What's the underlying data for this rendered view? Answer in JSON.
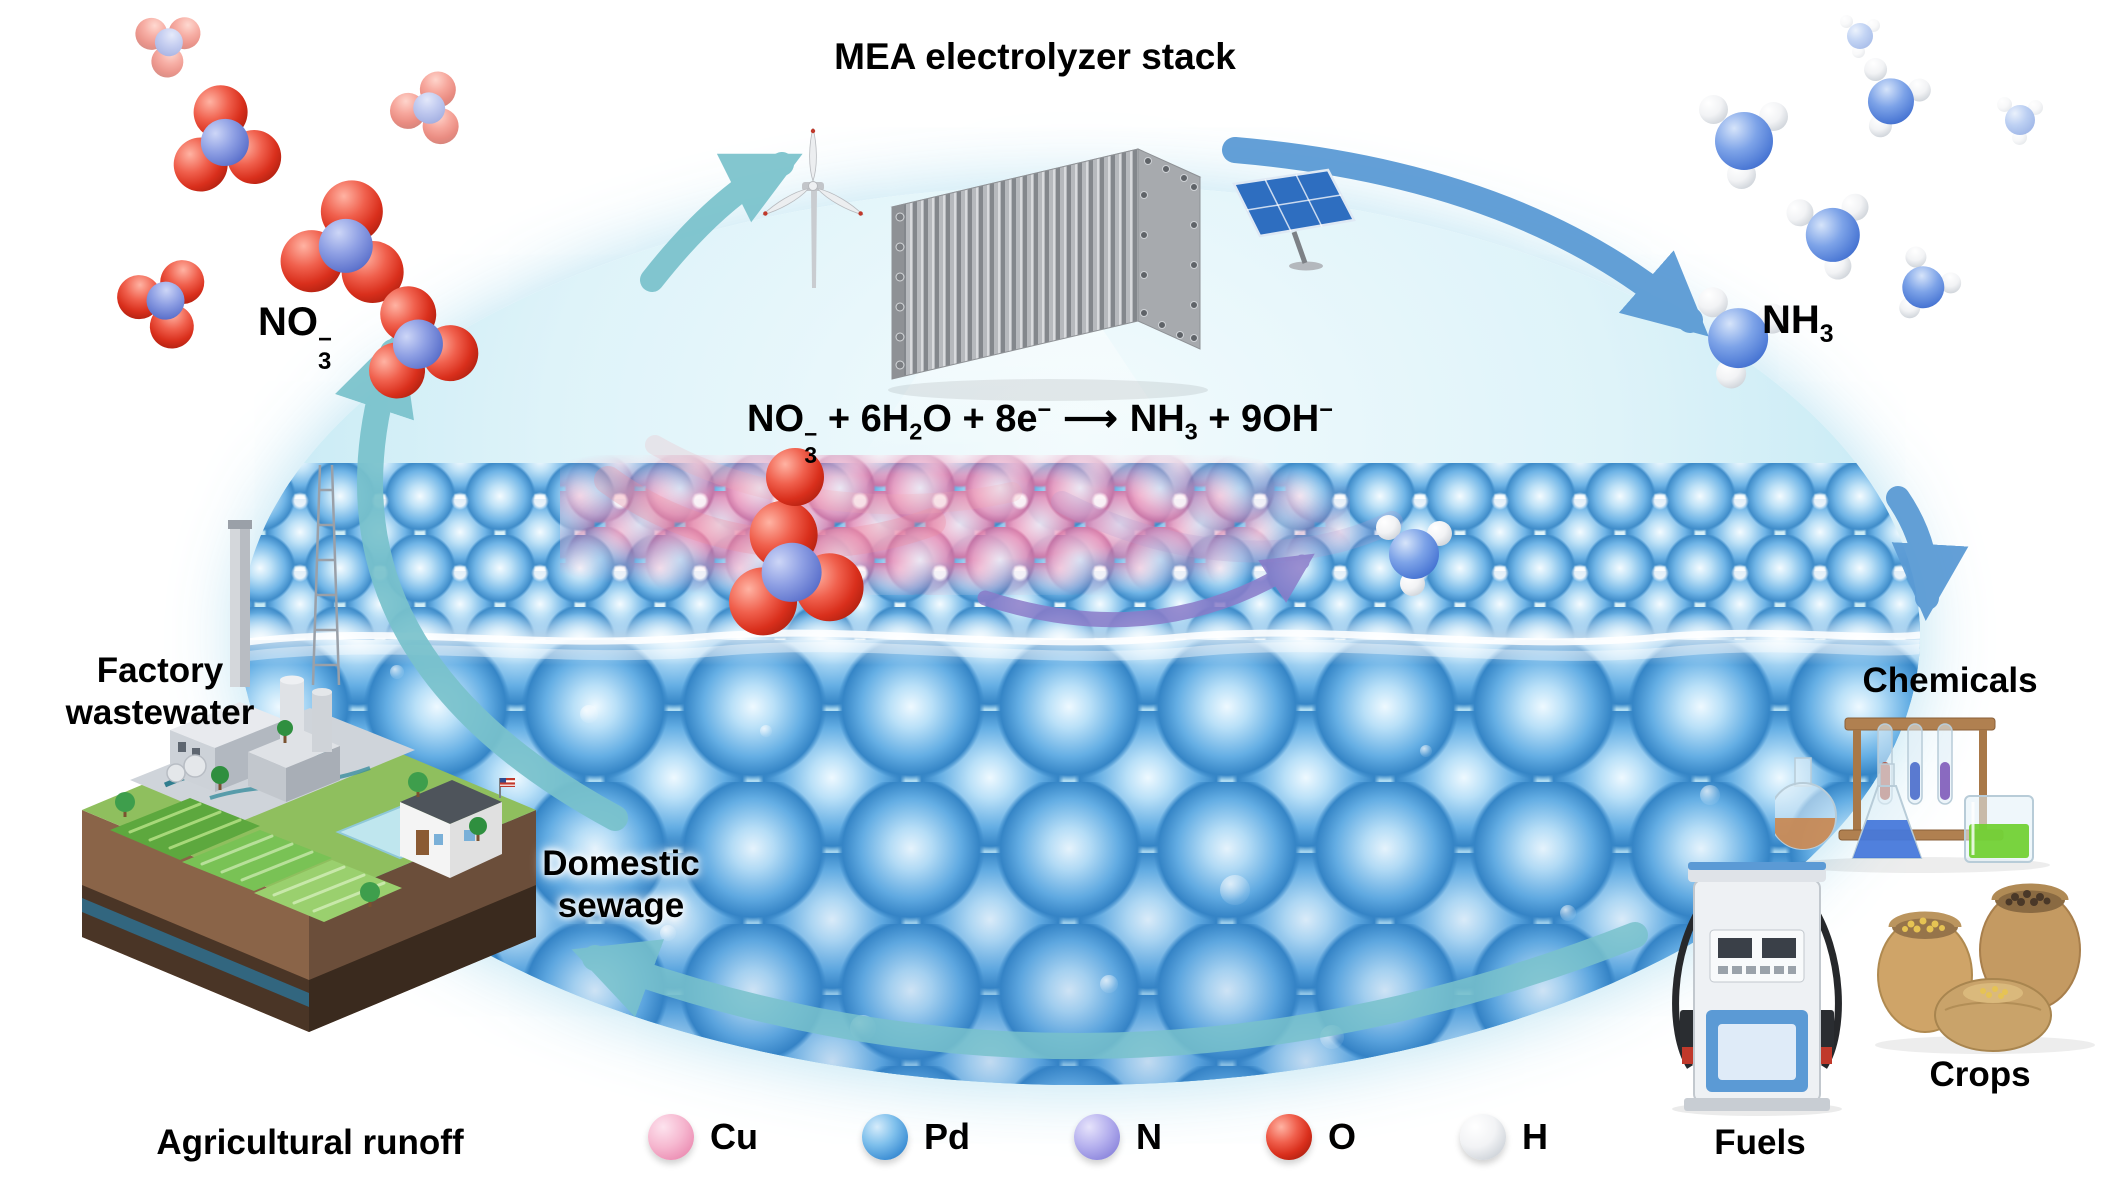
{
  "title": "MEA electrolyzer stack",
  "reaction": {
    "no3_base": "NO",
    "no3_sub": "3",
    "no3_sup": "−",
    "mid1": " + 6H",
    "h2o_sub": "2",
    "mid2": "O + 8e",
    "e_sup": "−",
    "arrow": "⟶",
    "nh3_base": "NH",
    "nh3_sub": "3",
    "mid3": " + 9OH",
    "oh_sup": "−"
  },
  "labels": {
    "no3_base": "NO",
    "no3_sub": "3",
    "no3_sup": "−",
    "nh3_base": "NH",
    "nh3_sub": "3",
    "factory_line1": "Factory",
    "factory_line2": "wastewater",
    "domestic_line1": "Domestic",
    "domestic_line2": "sewage",
    "agricultural": "Agricultural runoff",
    "chemicals": "Chemicals",
    "fuels": "Fuels",
    "crops": "Crops"
  },
  "legend": {
    "items": [
      {
        "symbol": "Cu",
        "color": "#f3b9d3"
      },
      {
        "symbol": "Pd",
        "color": "#3f90d5"
      },
      {
        "symbol": "N",
        "color": "#a39fe6"
      },
      {
        "symbol": "O",
        "color": "#df3a28"
      },
      {
        "symbol": "H",
        "color": "#f2f2f4"
      }
    ]
  },
  "colors": {
    "water_light": "#def3f9",
    "water_deep": "#3585c6",
    "cycle_arrow_teal": "#79c2cc",
    "cycle_arrow_blue": "#5b9bd5",
    "surface_arrow_purple": "#8b7cc9",
    "copper": "#f3b9d3",
    "palladium": "#3f90d5",
    "nitrogen": "#7d8fd9",
    "oxygen": "#df3a28",
    "hydrogen": "#f4f5f7"
  }
}
